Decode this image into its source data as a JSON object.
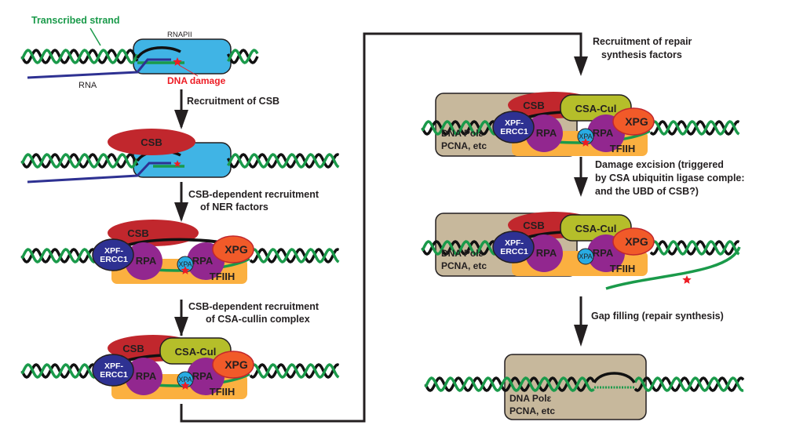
{
  "title_labels": {
    "transcribed_strand": "Transcribed strand",
    "rnapii": "RNAPII",
    "rna": "RNA",
    "dna_damage": "DNA damage"
  },
  "steps": [
    {
      "line1": "Recruitment of CSB",
      "line2": ""
    },
    {
      "line1": "CSB-dependent recruitment",
      "line2": "of NER factors"
    },
    {
      "line1": "CSB-dependent recruitment",
      "line2": "of CSA-cullin complex"
    },
    {
      "line1": "Recruitment of repair",
      "line2": "synthesis factors"
    },
    {
      "line1": "Damage excision (triggered",
      "line2": "by CSA ubiquitin ligase comple:",
      "line3": "and the UBD of CSB?)"
    },
    {
      "line1": "Gap filling (repair synthesis)",
      "line2": ""
    }
  ],
  "proteins": {
    "csb": "CSB",
    "csa_cul": "CSA-Cul",
    "xpf1": "XPF-",
    "xpf2": "ERCC1",
    "rpa": "RPA",
    "xpa": "XPA",
    "xpg": "XPG",
    "tfiih": "TFIIH",
    "pol1": "DNA Polε",
    "pol2": "PCNA, etc"
  },
  "colors": {
    "strand_green": "#1a9a4a",
    "strand_black": "#111111",
    "rnapii": "#40b4e5",
    "csb": "#c1272d",
    "csa": "#b5be2a",
    "xpf": "#2e3192",
    "rpa": "#92278f",
    "xpg": "#f15a29",
    "xpa": "#29abe2",
    "tfiih": "#fbb040",
    "pol": "#c7b89c",
    "rna": "#2e3192",
    "damage": "#ed1c24"
  }
}
